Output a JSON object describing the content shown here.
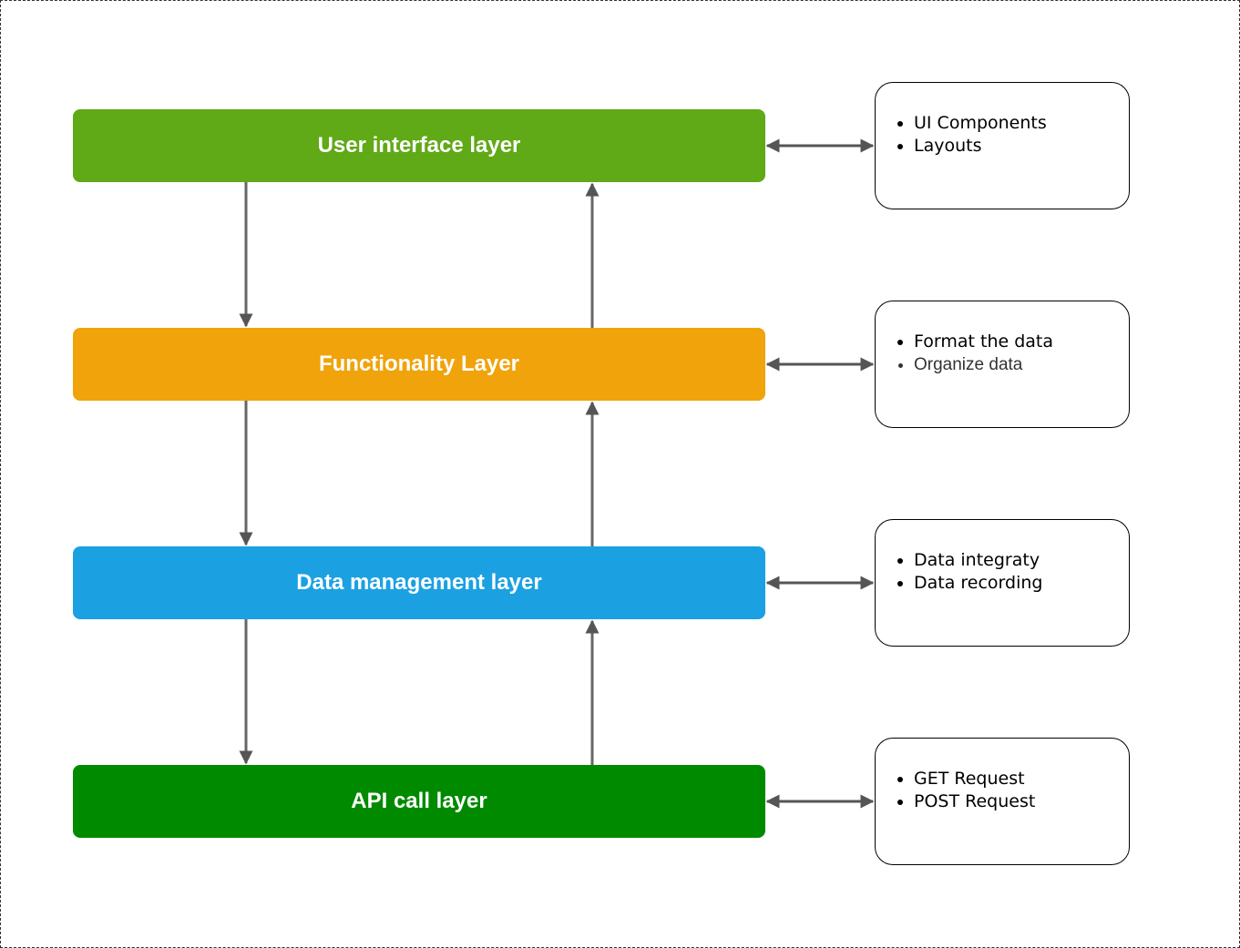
{
  "layers": [
    {
      "label": "User interface layer",
      "color": "#60a917"
    },
    {
      "label": "Functionality Layer",
      "color": "#f0a30a"
    },
    {
      "label": "Data management layer",
      "color": "#1ba1e2"
    },
    {
      "label": "API call layer",
      "color": "#008a00"
    }
  ],
  "details": [
    {
      "items": [
        "UI Components",
        "Layouts"
      ]
    },
    {
      "items": [
        "Format the data",
        "Organize data"
      ]
    },
    {
      "items": [
        "Data integraty",
        "Data recording"
      ]
    },
    {
      "items": [
        "GET Request",
        "POST Request"
      ]
    }
  ],
  "connector_color": "#666666"
}
